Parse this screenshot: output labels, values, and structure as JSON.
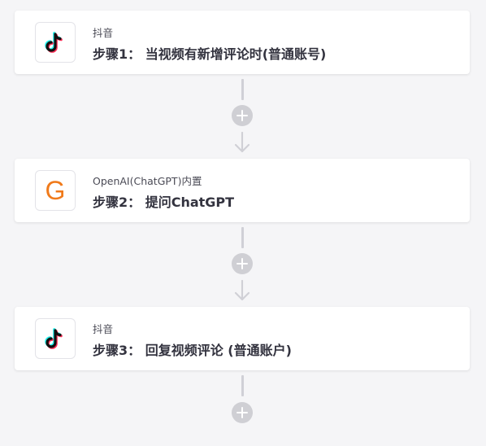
{
  "colors": {
    "background": "#f5f5f7",
    "card": "#ffffff",
    "connector": "#d0d0d6",
    "openai_icon": "#f07a1a"
  },
  "steps": [
    {
      "app_name": "抖音",
      "title": "步骤1： 当视频有新增评论时(普通账号)",
      "icon": "tiktok-icon"
    },
    {
      "app_name": "OpenAI(ChatGPT)内置",
      "title": "步骤2： 提问ChatGPT",
      "icon": "openai-g-icon",
      "icon_glyph": "G"
    },
    {
      "app_name": "抖音",
      "title": "步骤3： 回复视频评论 (普通账户)",
      "icon": "tiktok-icon"
    }
  ],
  "connectors": [
    {
      "icon": "plus-icon",
      "arrow": "arrow-down-icon"
    },
    {
      "icon": "plus-icon",
      "arrow": "arrow-down-icon"
    },
    {
      "icon": "plus-icon"
    }
  ]
}
